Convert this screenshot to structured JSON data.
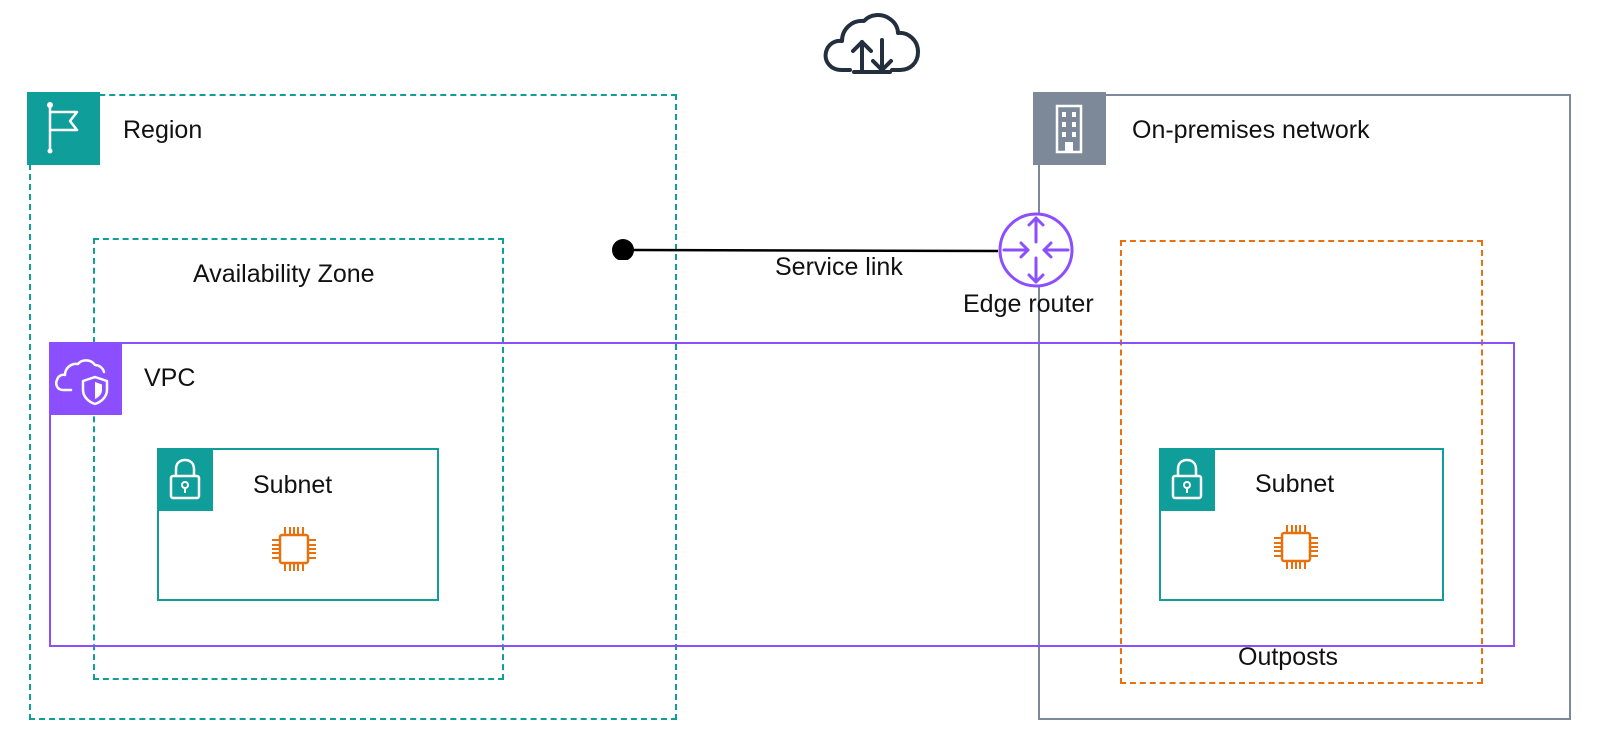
{
  "diagram": {
    "region": {
      "label": "Region",
      "icon": "flag-icon",
      "color": "#0f9e9a"
    },
    "availability_zone": {
      "label": "Availability Zone",
      "color": "#0f9e9a"
    },
    "vpc": {
      "label": "VPC",
      "icon": "cloud-shield-icon",
      "color": "#8c4fff"
    },
    "subnets": [
      {
        "label": "Subnet",
        "icon": "padlock-icon",
        "instance_icon": "chip-icon"
      },
      {
        "label": "Subnet",
        "icon": "padlock-icon",
        "instance_icon": "chip-icon"
      }
    ],
    "on_premises": {
      "label": "On-premises network",
      "icon": "building-icon",
      "color": "#7d8998"
    },
    "outposts": {
      "label": "Outposts",
      "color": "#e7700f"
    },
    "service_link": {
      "label": "Service link"
    },
    "edge_router": {
      "label": "Edge router",
      "icon": "router-icon",
      "color": "#8c4fff"
    },
    "internet": {
      "icon": "cloud-upload-download-icon",
      "color": "#232f3e"
    },
    "colors": {
      "teal": "#0f9e9a",
      "purple": "#8c4fff",
      "gray": "#7d8998",
      "orange": "#e7700f",
      "dark": "#232f3e"
    }
  }
}
